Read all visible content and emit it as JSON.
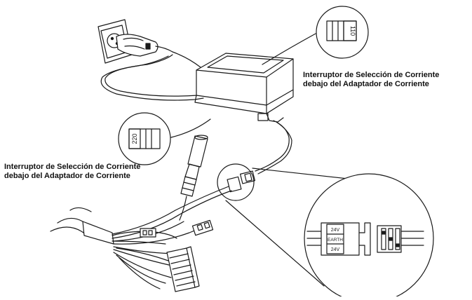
{
  "captions": {
    "top_right": [
      "Interruptor de Selección de Corriente",
      "debajo del Adaptador de Corriente"
    ],
    "left": [
      "Interruptor de Selección de Corriente",
      "debajo del Adaptador de Corriente"
    ]
  },
  "switch_top": {
    "label": "110"
  },
  "switch_left": {
    "label": "220"
  },
  "connector_zoom": {
    "labels": [
      "24V",
      "EARTH",
      "24V"
    ]
  },
  "colors": {
    "line": "#1a1a1a",
    "background": "#ffffff"
  }
}
